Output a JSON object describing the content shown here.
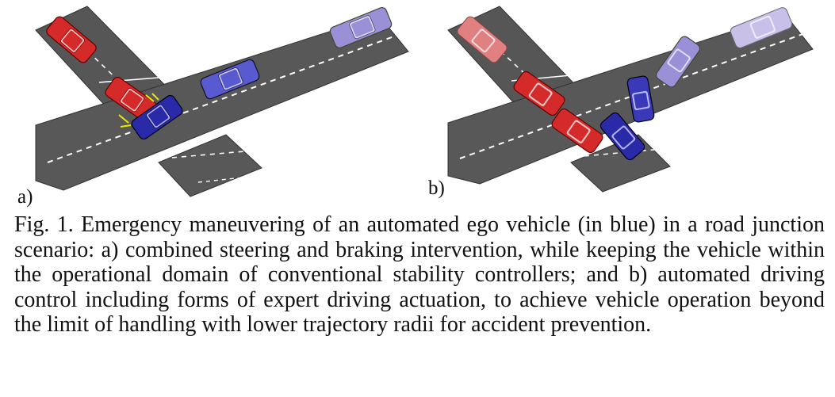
{
  "figure": {
    "panel_a_label": "a)",
    "panel_b_label": "b)"
  },
  "caption": {
    "text": "Fig. 1. Emergency maneuvering of an automated ego vehicle (in blue) in a road junction scenario: a) combined steering and braking intervention, while keeping the vehicle within the operational domain of conventional stability controllers; and b) automated driving control including forms of expert driving actuation, to achieve vehicle operation beyond the limit of handling with lower trajectory radii for accident prevention."
  },
  "colors": {
    "road": "#555555",
    "road_edge": "#3a3a3a",
    "lane_marking": "#ffffff",
    "ego_vehicle": "#2a2aa8",
    "red_vehicle": "#d42a2a",
    "lilac_vehicle": "#9a90d8",
    "faded_red_vehicle": "#e08080",
    "faded_lilac_vehicle": "#c8c0e8"
  }
}
